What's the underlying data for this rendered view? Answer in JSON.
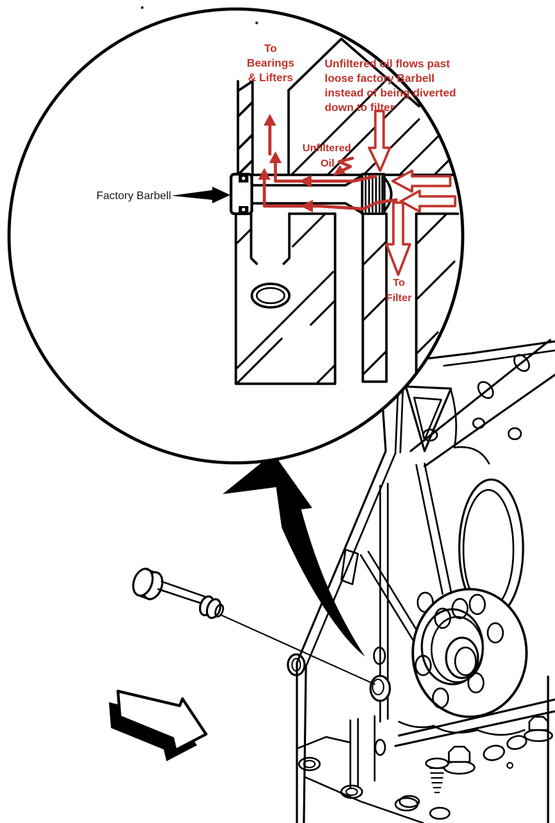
{
  "colors": {
    "annotation_red": "#C0332C",
    "ink": "#000000"
  },
  "inset": {
    "to_bearings_lines": [
      "To",
      "Bearings",
      "& Lifters"
    ],
    "bypass_note_lines": [
      "Unfiltered oil flows past",
      "loose factory Barbell",
      "instead of being diverted",
      "down to filter"
    ],
    "unfiltered_oil_lines": [
      "Unfiltered",
      "Oil"
    ],
    "to_filter_lines": [
      "To",
      "Filter"
    ],
    "factory_barbell_label": "Factory Barbell"
  }
}
